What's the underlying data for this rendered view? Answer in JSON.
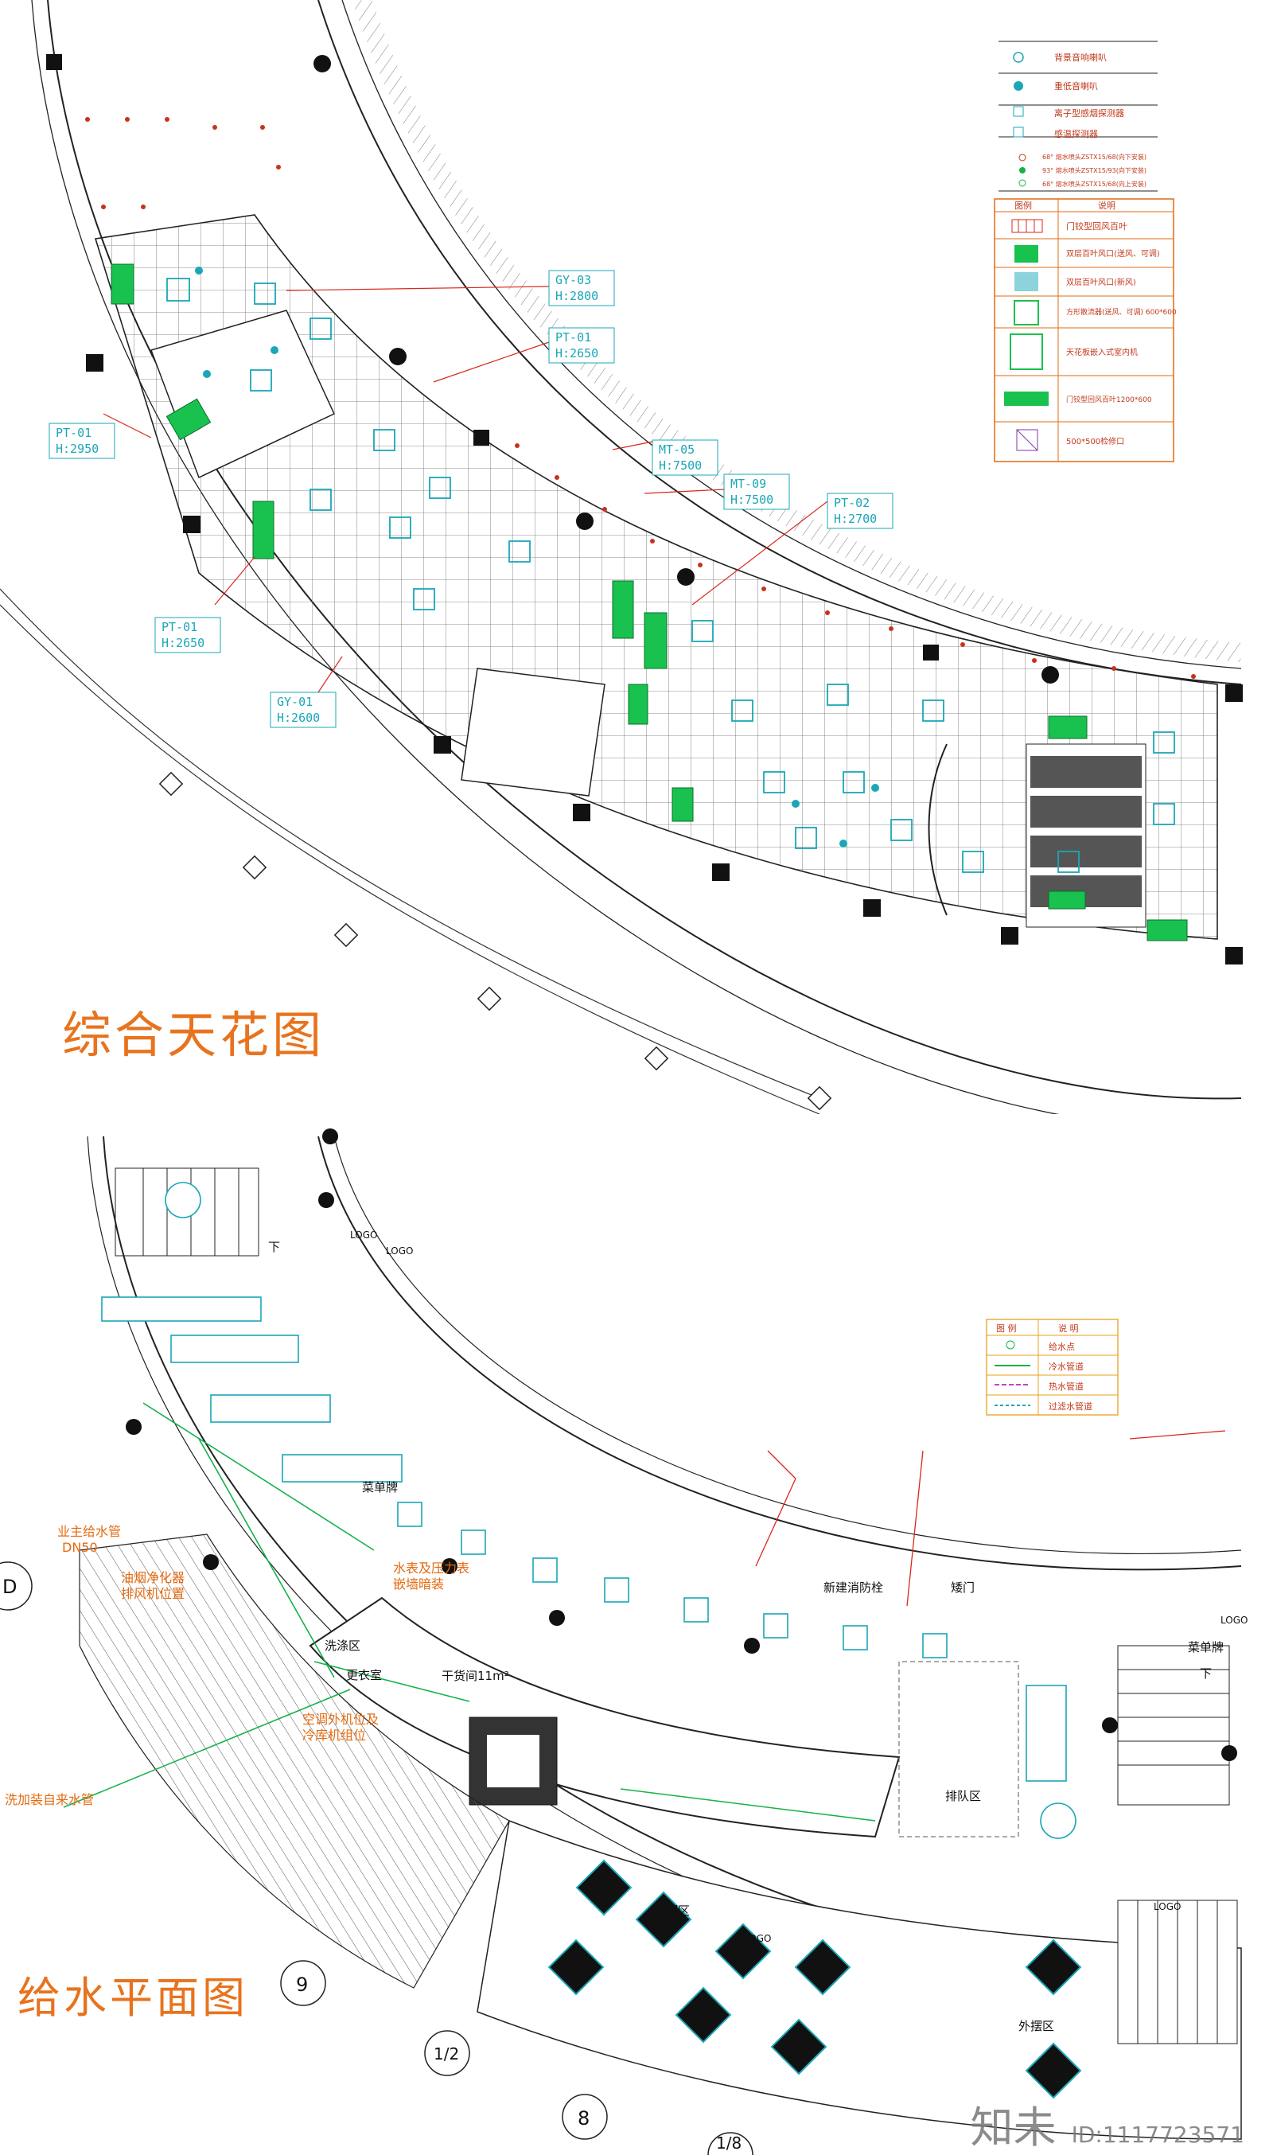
{
  "titles": {
    "ceiling": "综合天花图",
    "water": "给水平面图"
  },
  "ceiling_tags": [
    {
      "code": "GY-03",
      "height": "H:2800"
    },
    {
      "code": "PT-01",
      "height": "H:2650"
    },
    {
      "code": "PT-01",
      "height": "H:2950"
    },
    {
      "code": "MT-05",
      "height": "H:7500"
    },
    {
      "code": "MT-09",
      "height": "H:7500"
    },
    {
      "code": "PT-02",
      "height": "H:2700"
    },
    {
      "code": "PT-01",
      "height": "H:2650"
    },
    {
      "code": "GY-01",
      "height": "H:2600"
    }
  ],
  "ceiling_legend_top": [
    "背景音响喇叭",
    "重低音喇叭",
    "离子型感烟探测器",
    "感温探测器",
    "68° 熔水喷头ZSTX15/68(向下安装)",
    "93° 熔水喷头ZSTX15/93(向下安装)",
    "68° 熔水喷头ZSTX15/68(向上安装)"
  ],
  "ceiling_legend_table": {
    "headers": [
      "图例",
      "说明"
    ],
    "rows": [
      "门铰型回风百叶",
      "双层百叶风口(送风、可调)",
      "双层百叶风口(新风)",
      "方形散流器(送风、可调) 600*600",
      "天花板嵌入式室内机",
      "门铰型回风百叶1200*600",
      "500*500检修口"
    ]
  },
  "water_legend": {
    "headers": [
      "图 例",
      "说 明"
    ],
    "rows": [
      "给水点",
      "冷水管道",
      "热水管道",
      "过滤水管道"
    ]
  },
  "water_labels": {
    "main_pipe": "业主给水管",
    "main_pipe_size": "DN50",
    "grease_trap_1": "油烟净化器",
    "grease_trap_2": "排风机位置",
    "washer_pipe": "洗加装自来水管",
    "meter_1": "水表及压力表",
    "meter_2": "嵌墙暗装",
    "ac_1": "空调外机位及",
    "ac_2": "冷库机组位",
    "wash_area": "洗涤区",
    "locker": "更衣室",
    "dry_store": "干货间11m²",
    "hydrant": "新建消防栓",
    "short_door": "矮门",
    "menu_1": "菜单牌",
    "menu_2": "菜单牌",
    "queue": "排队区",
    "outdoor_1": "外摆区",
    "outdoor_2": "外摆区",
    "logo_1": "LOGO",
    "logo_2": "LOGO",
    "logo_3": "LOGO",
    "logo_4": "LOGO",
    "logo_5": "LOGO",
    "down_1": "下",
    "down_2": "下"
  },
  "axis_labels": [
    "D",
    "9",
    "1/2",
    "8",
    "1/8"
  ],
  "watermark": {
    "brand": "知未",
    "id": "ID:1117723571"
  },
  "colors": {
    "title": "#e8731e",
    "cyan": "#1aa7b7",
    "green": "#14b24a",
    "red": "#d9281c",
    "line": "#1a1a1a"
  }
}
